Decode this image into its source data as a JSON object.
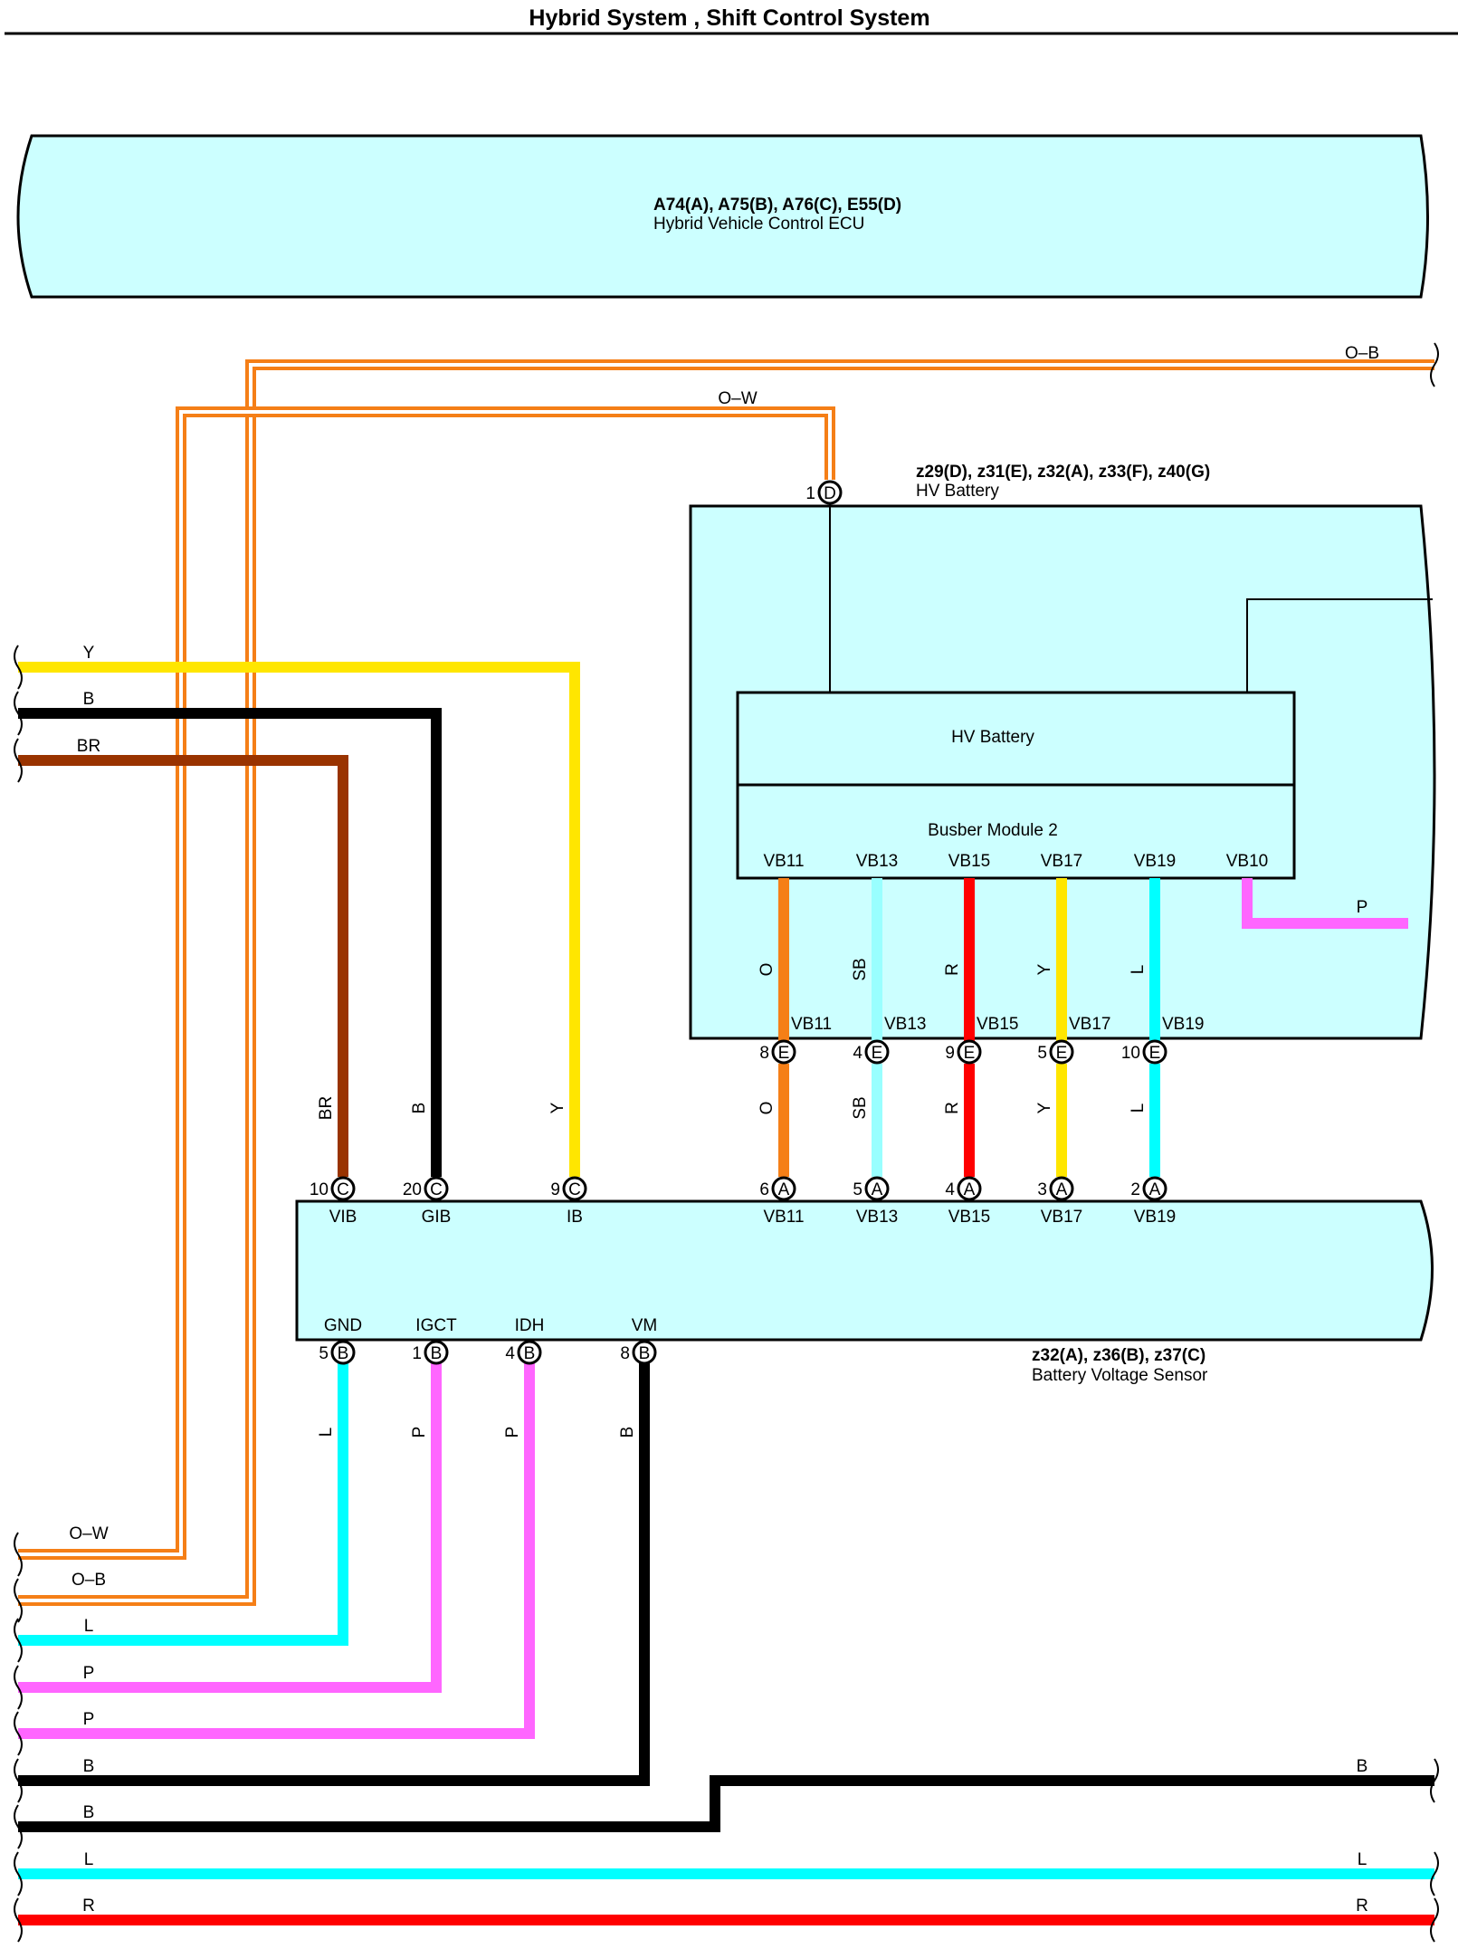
{
  "title": "Hybrid System , Shift Control System",
  "ecu": {
    "connectors": "A74(A), A75(B), A76(C), E55(D)",
    "name": "Hybrid Vehicle Control ECU"
  },
  "hv_battery": {
    "connectors": "z29(D), z31(E), z32(A), z33(F), z40(G)",
    "name": "HV Battery",
    "inner_label": "HV Battery",
    "busbar_label": "Busber Module 2",
    "terminals": [
      "VB11",
      "VB13",
      "VB15",
      "VB17",
      "VB19",
      "VB10"
    ],
    "inner_wire_colors": [
      "O",
      "SB",
      "R",
      "Y",
      "L"
    ],
    "vb10_wire": "P",
    "pin_d1": {
      "num": "1",
      "conn": "D"
    },
    "e_pins": [
      {
        "num": "8",
        "conn": "E",
        "name": "VB11"
      },
      {
        "num": "4",
        "conn": "E",
        "name": "VB13"
      },
      {
        "num": "9",
        "conn": "E",
        "name": "VB15"
      },
      {
        "num": "5",
        "conn": "E",
        "name": "VB17"
      },
      {
        "num": "10",
        "conn": "E",
        "name": "VB19"
      }
    ]
  },
  "mid_wires": [
    "O",
    "SB",
    "R",
    "Y",
    "L"
  ],
  "sensor": {
    "connectors": "z32(A), z36(B), z37(C)",
    "name": "Battery Voltage Sensor",
    "top_pins": [
      {
        "num": "10",
        "conn": "C",
        "name": "VIB",
        "wire": "BR"
      },
      {
        "num": "20",
        "conn": "C",
        "name": "GIB",
        "wire": "B"
      },
      {
        "num": "9",
        "conn": "C",
        "name": "IB",
        "wire": "Y"
      },
      {
        "num": "6",
        "conn": "A",
        "name": "VB11"
      },
      {
        "num": "5",
        "conn": "A",
        "name": "VB13"
      },
      {
        "num": "4",
        "conn": "A",
        "name": "VB15"
      },
      {
        "num": "3",
        "conn": "A",
        "name": "VB17"
      },
      {
        "num": "2",
        "conn": "A",
        "name": "VB19"
      }
    ],
    "bottom_pins": [
      {
        "num": "5",
        "conn": "B",
        "name": "GND",
        "wire": "L"
      },
      {
        "num": "1",
        "conn": "B",
        "name": "IGCT",
        "wire": "P"
      },
      {
        "num": "4",
        "conn": "B",
        "name": "IDH",
        "wire": "P"
      },
      {
        "num": "8",
        "conn": "B",
        "name": "VM",
        "wire": "B"
      }
    ]
  },
  "left_top_wires": [
    "Y",
    "B",
    "BR"
  ],
  "left_bottom_wires": [
    "O–W",
    "O–B",
    "L",
    "P",
    "P",
    "B",
    "B",
    "L",
    "R"
  ],
  "right_wires": [
    "O–B",
    "B",
    "L",
    "R"
  ],
  "top_wire_label": "O–W",
  "colors": {
    "connector_fill": "#ccffff",
    "orange": "#f57f17",
    "yellow": "#ffe600",
    "black": "#000000",
    "brown": "#993300",
    "sky_blue": "#99ffff",
    "red": "#ff0000",
    "cyan": "#00ffff",
    "pink": "#ff66ff"
  }
}
